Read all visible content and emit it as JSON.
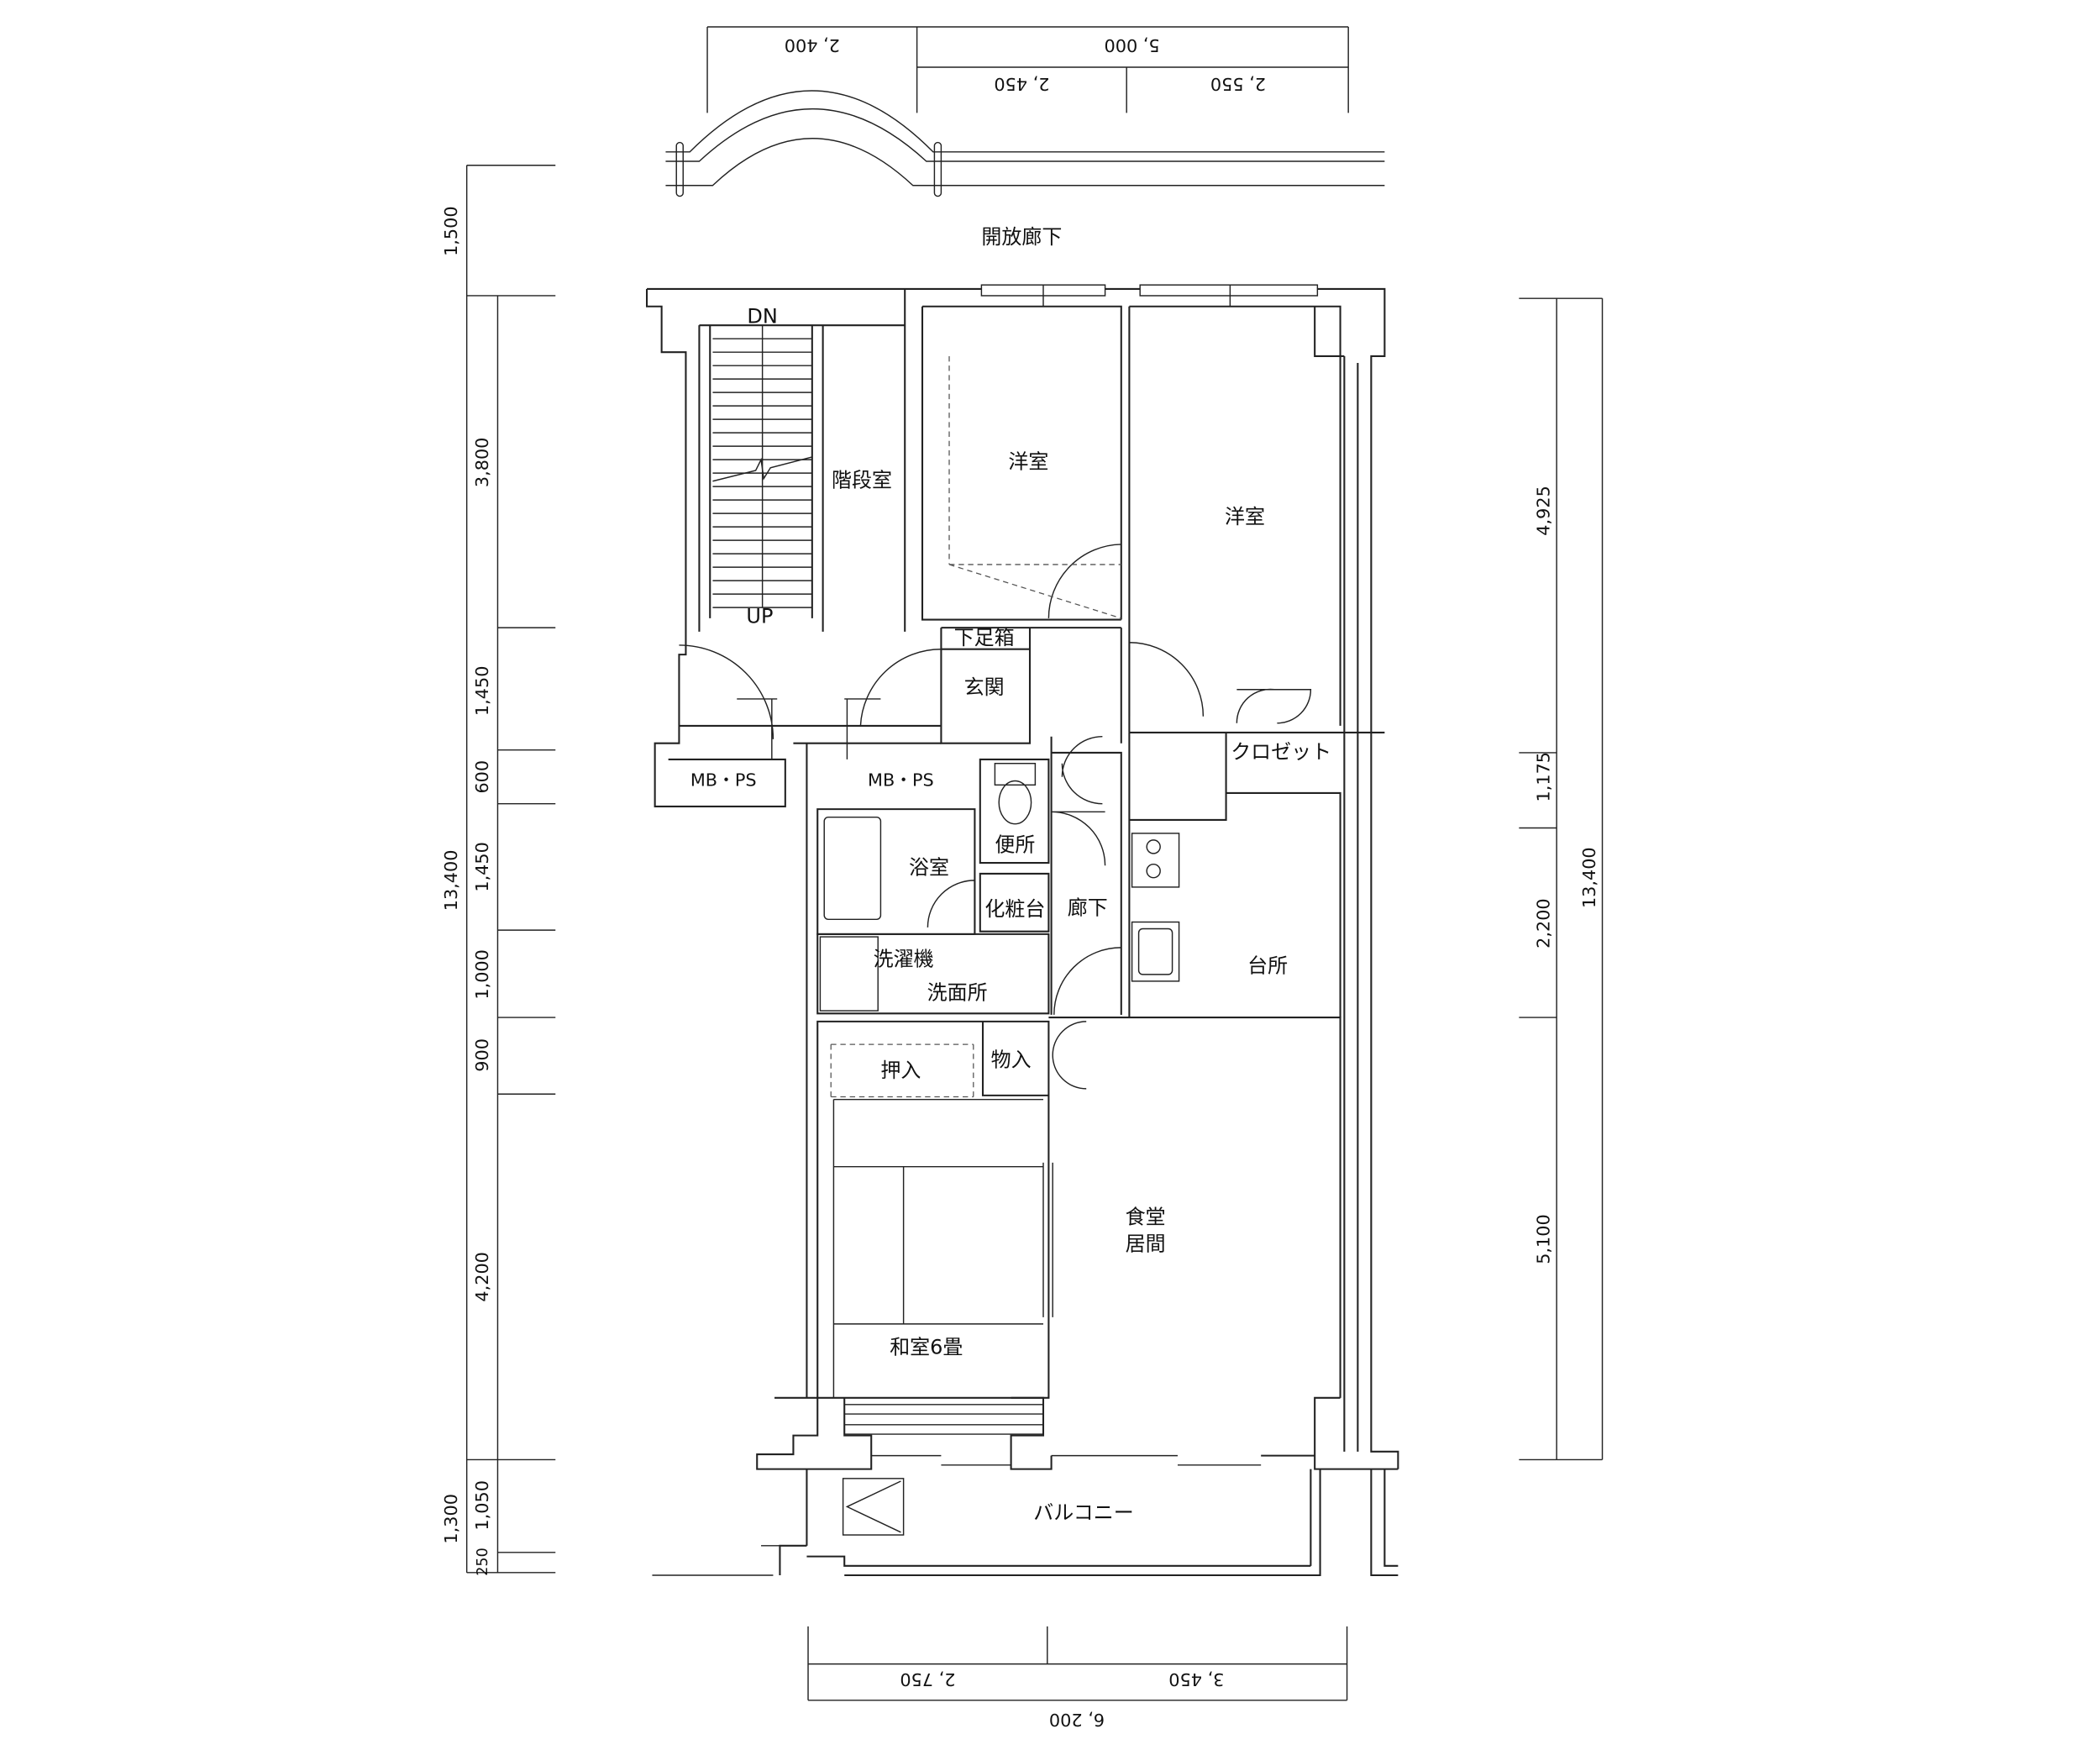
{
  "dimensions": {
    "top": {
      "left": "2, 400",
      "right_total": "5, 000",
      "right_a": "2, 450",
      "right_b": "2, 550"
    },
    "bottom": {
      "left": "2, 750",
      "right": "3, 450",
      "total": "6, 200"
    },
    "left_outer": [
      "1,500",
      "13,400",
      "1,300"
    ],
    "left_inner": [
      "3,800",
      "1,450",
      "600",
      "1,450",
      "1,000",
      "900",
      "4,200",
      "1,050",
      "250"
    ],
    "right_inner": [
      "4,925",
      "1,175",
      "2,200",
      "5,100"
    ],
    "right_outer": "13,400"
  },
  "rooms": {
    "open_corridor": "開放廊下",
    "stair_dn": "DN",
    "stair_up": "UP",
    "stairwell": "階段室",
    "western_room_1": "洋室",
    "western_room_2": "洋室",
    "shoe_box": "下足箱",
    "entrance": "玄関",
    "closet": "クロゼット",
    "mbps_1": "MB・PS",
    "mbps_2": "MB・PS",
    "toilet": "便所",
    "bathroom": "浴室",
    "vanity": "化粧台",
    "hallway": "廊下",
    "kitchen": "台所",
    "washing_machine": "洗濯機",
    "washroom": "洗面所",
    "storage": "物入",
    "oshiire": "押入",
    "dining": "食堂",
    "living": "居間",
    "japanese_room": "和室6畳",
    "balcony": "バルコニー"
  }
}
